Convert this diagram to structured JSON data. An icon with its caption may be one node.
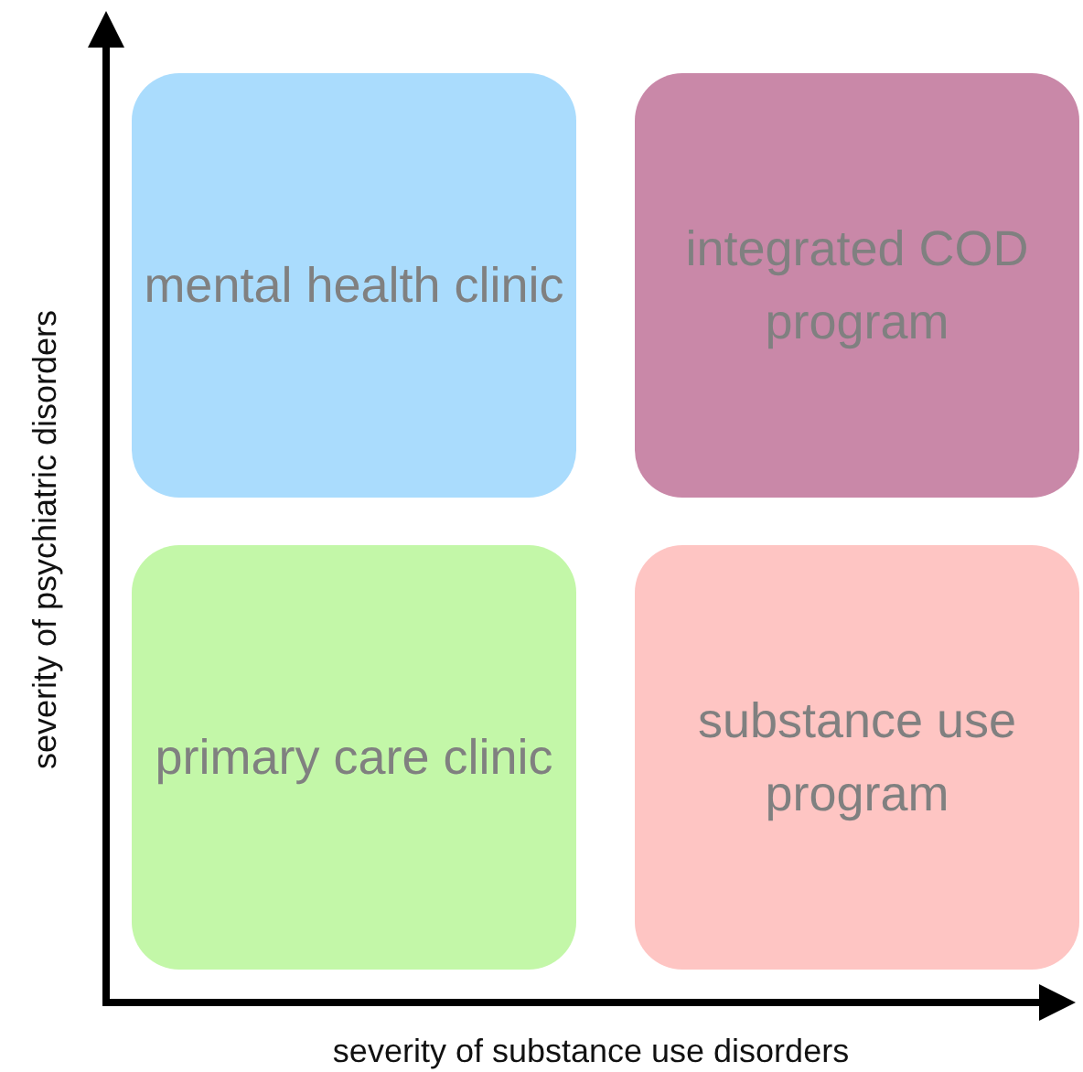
{
  "diagram": {
    "nodes": [
      {
        "text": [
          "mental health clinic"
        ]
      },
      {
        "text": [
          "integrated COD program"
        ]
      },
      {
        "text": [
          "primary care clinic"
        ]
      },
      {
        "text": [
          "substance use program"
        ]
      }
    ],
    "labels": [
      "severity of psychiatric disorders",
      "severity of substance use disorders"
    ]
  }
}
